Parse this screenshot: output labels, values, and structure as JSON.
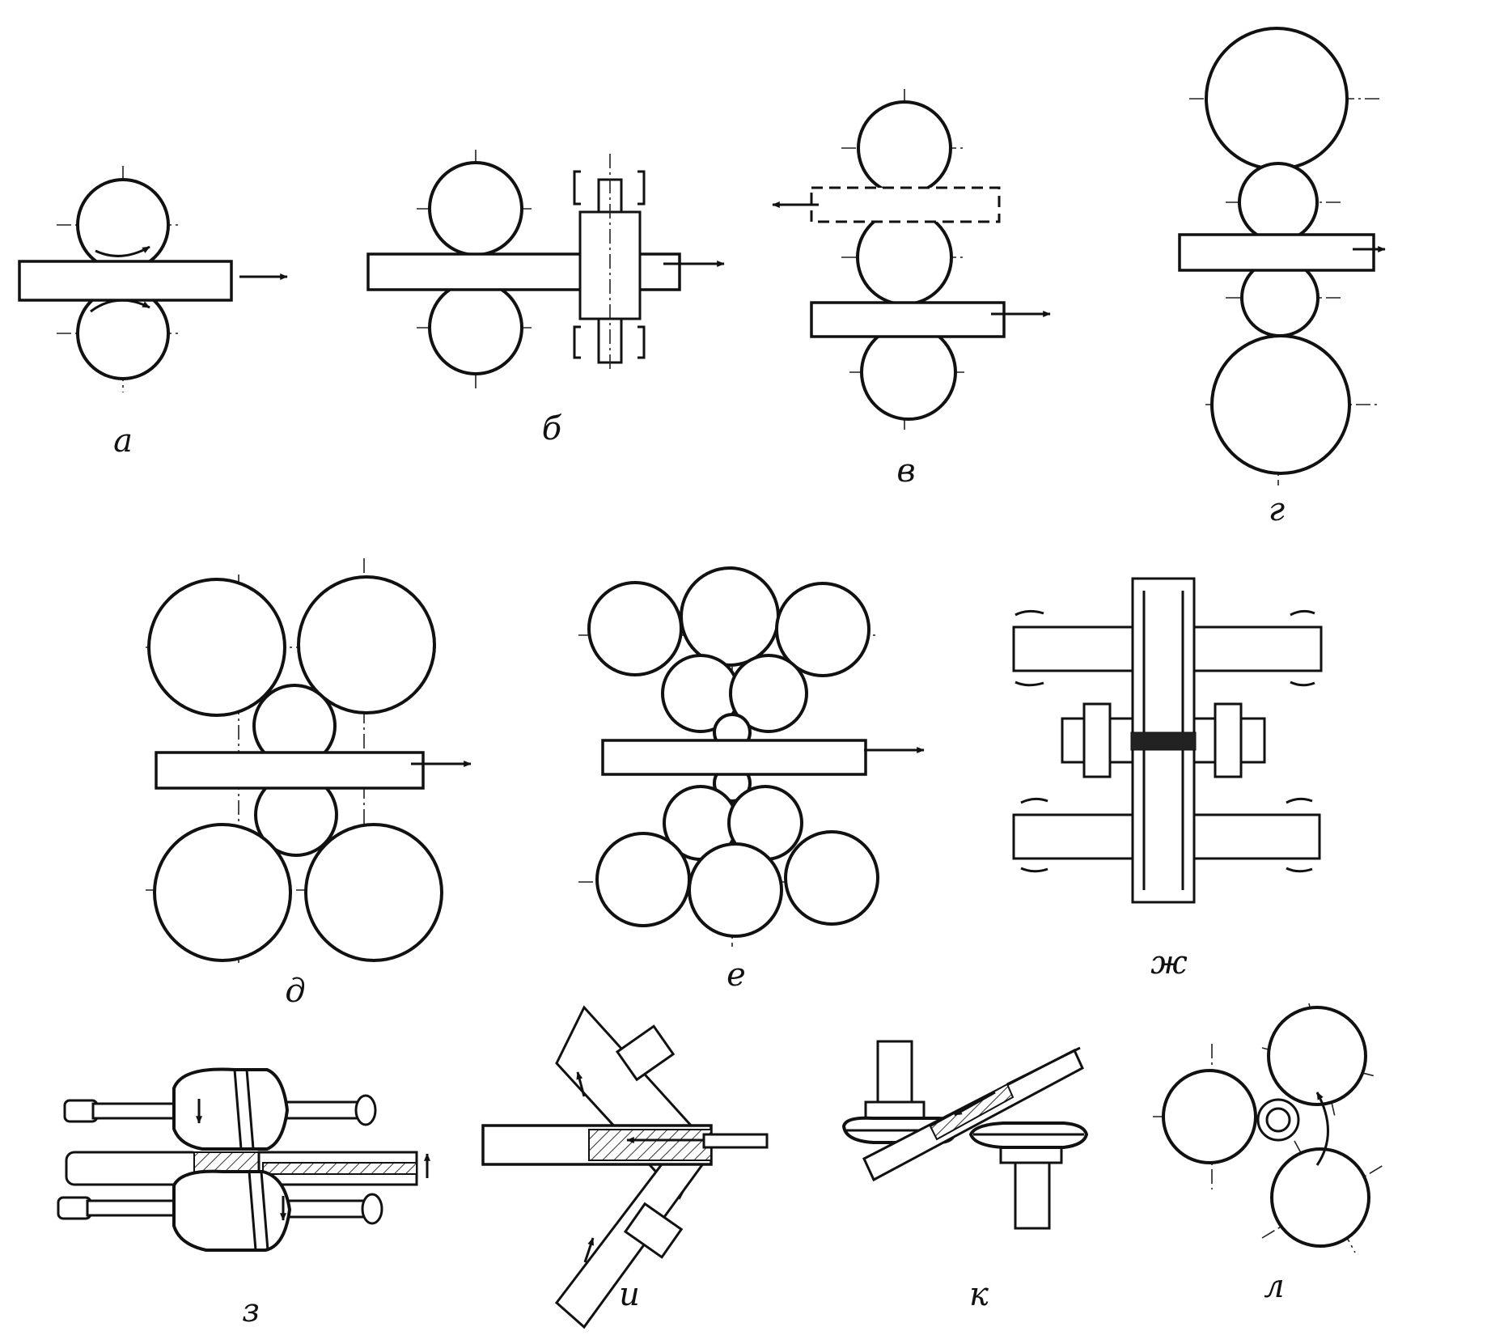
{
  "figure": {
    "panels": [
      {
        "id": "a",
        "label": "а"
      },
      {
        "id": "b",
        "label": "б"
      },
      {
        "id": "v",
        "label": "в"
      },
      {
        "id": "g",
        "label": "г"
      },
      {
        "id": "d",
        "label": "д"
      },
      {
        "id": "e",
        "label": "е"
      },
      {
        "id": "zh",
        "label": "ж"
      },
      {
        "id": "z",
        "label": "з"
      },
      {
        "id": "i",
        "label": "и"
      },
      {
        "id": "k",
        "label": "к"
      },
      {
        "id": "l",
        "label": "л"
      }
    ]
  }
}
